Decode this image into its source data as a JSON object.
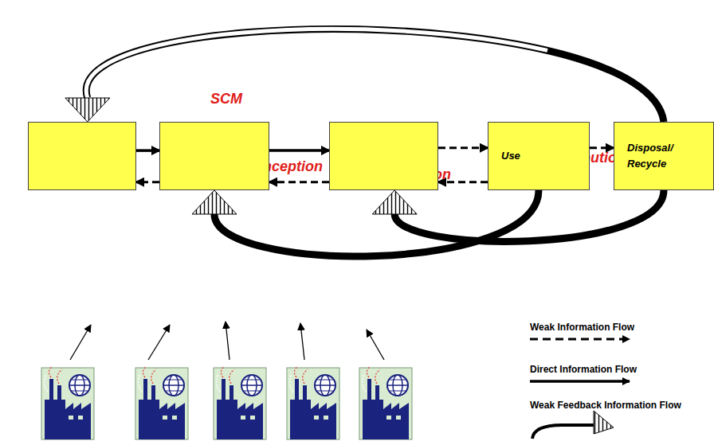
{
  "diagram": {
    "nodes": [
      {
        "text": [
          "SCM"
        ]
      },
      {
        "text": [
          "Conception"
        ],
        "in": 0
      },
      {
        "text": [
          "Design/ Realization"
        ],
        "in": 0
      },
      {
        "text": [
          "Distribution/ Retail"
        ],
        "in": 0
      },
      {
        "text": [
          "Use"
        ]
      },
      {
        "text": [
          "Disposal/ Recycle"
        ]
      }
    ],
    "edges": [
      {
        "from": 1,
        "to": 2,
        "arrow": "to"
      },
      {
        "from": 2,
        "to": 1,
        "arrow": "to"
      },
      {
        "from": 2,
        "to": 3,
        "arrow": "to"
      },
      {
        "from": 3,
        "to": 2,
        "arrow": "to"
      },
      {
        "from": 3,
        "to": 4,
        "arrow": "to"
      },
      {
        "from": 4,
        "to": 3,
        "arrow": "to"
      },
      {
        "from": 4,
        "to": 5,
        "arrow": "to"
      },
      {
        "from": 5,
        "to": 1,
        "arrow": "to"
      },
      {
        "from": 4,
        "to": 2,
        "arrow": "to"
      },
      {
        "from": 5,
        "to": 3,
        "arrow": "to"
      }
    ],
    "legend": [
      {
        "text": "Weak Information Flow"
      },
      {
        "text": "Direct Information Flow"
      },
      {
        "text": "Weak Feedback Information Flow"
      }
    ]
  }
}
